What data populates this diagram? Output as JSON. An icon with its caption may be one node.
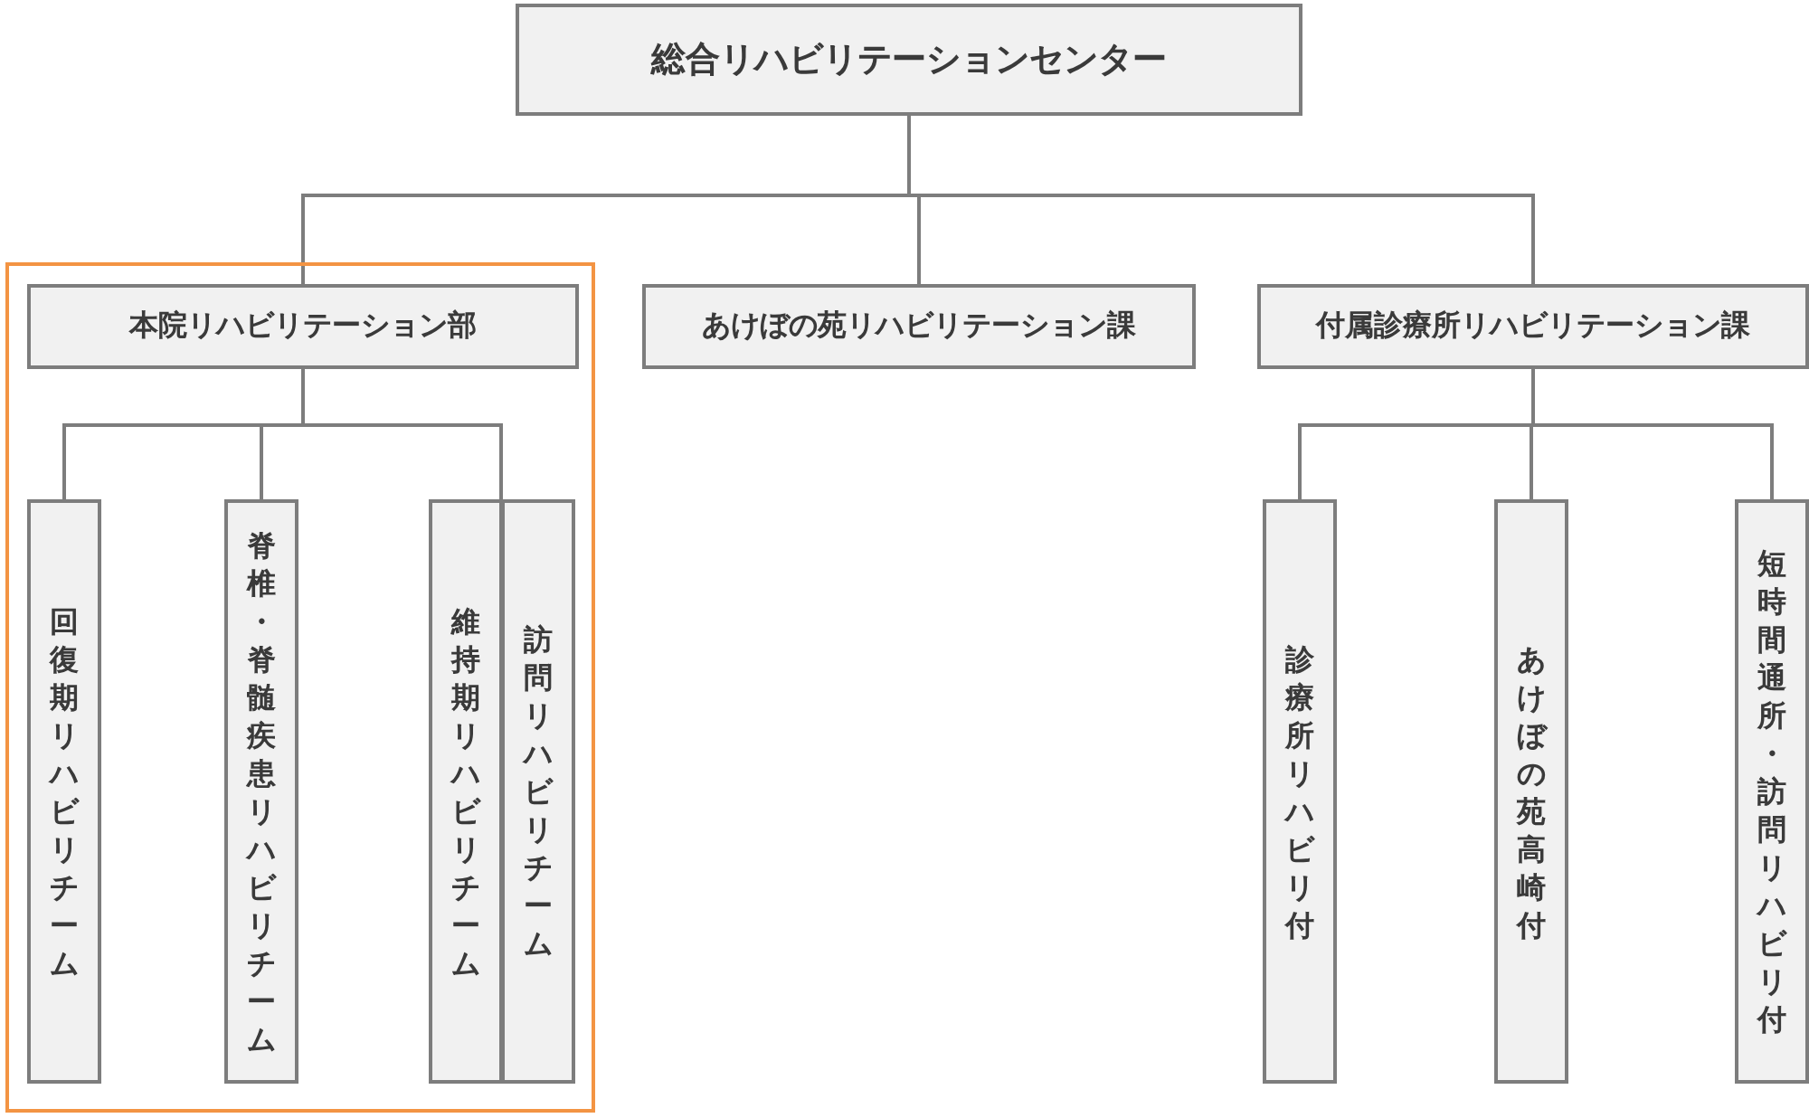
{
  "diagram": {
    "nodes": [
      {
        "text": [
          "総合リハビリテーションセンター"
        ]
      },
      {
        "text": [],
        "shape": "box"
      },
      {
        "text": [
          "本院リハビリテーション部"
        ],
        "in": 1
      },
      {
        "text": [
          "回復期リハビリチーム"
        ],
        "in": 1
      },
      {
        "text": [
          "脊椎・脊髄疾患リハビリチーム"
        ],
        "in": 1
      },
      {
        "text": [
          "維持期リハビリチーム"
        ],
        "in": 1
      },
      {
        "text": [
          "訪問リハビリチーム"
        ],
        "in": 1
      },
      {
        "text": [
          "あけぼの苑リハビリテーション課"
        ]
      },
      {
        "text": [
          "付属診療所リハビリテーション課"
        ]
      },
      {
        "text": [
          "診療所リハビリ付"
        ]
      },
      {
        "text": [
          "あけぼの苑高崎付"
        ]
      },
      {
        "text": [
          "短時間通所・訪問リハビリ付"
        ]
      }
    ],
    "edges": [
      {
        "from": 0,
        "to": 2,
        "arrow": "none"
      },
      {
        "from": 0,
        "to": 7,
        "arrow": "none"
      },
      {
        "from": 0,
        "to": 8,
        "arrow": "none"
      },
      {
        "from": 2,
        "to": 3,
        "arrow": "none"
      },
      {
        "from": 2,
        "to": 4,
        "arrow": "none"
      },
      {
        "from": 2,
        "to": 5,
        "arrow": "none"
      },
      {
        "from": 2,
        "to": 6,
        "arrow": "none"
      },
      {
        "from": 8,
        "to": 9,
        "arrow": "none"
      },
      {
        "from": 8,
        "to": 10,
        "arrow": "none"
      },
      {
        "from": 8,
        "to": 11,
        "arrow": "none"
      }
    ]
  }
}
